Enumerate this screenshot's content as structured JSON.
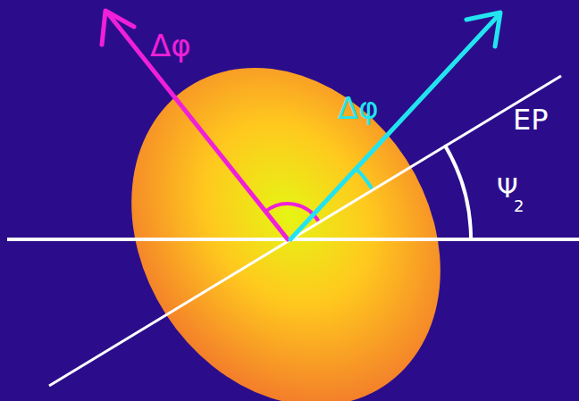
{
  "diagram": {
    "labels": [
      "Δφ",
      "Δφ",
      "EP",
      "Ψ",
      "2"
    ]
  }
}
